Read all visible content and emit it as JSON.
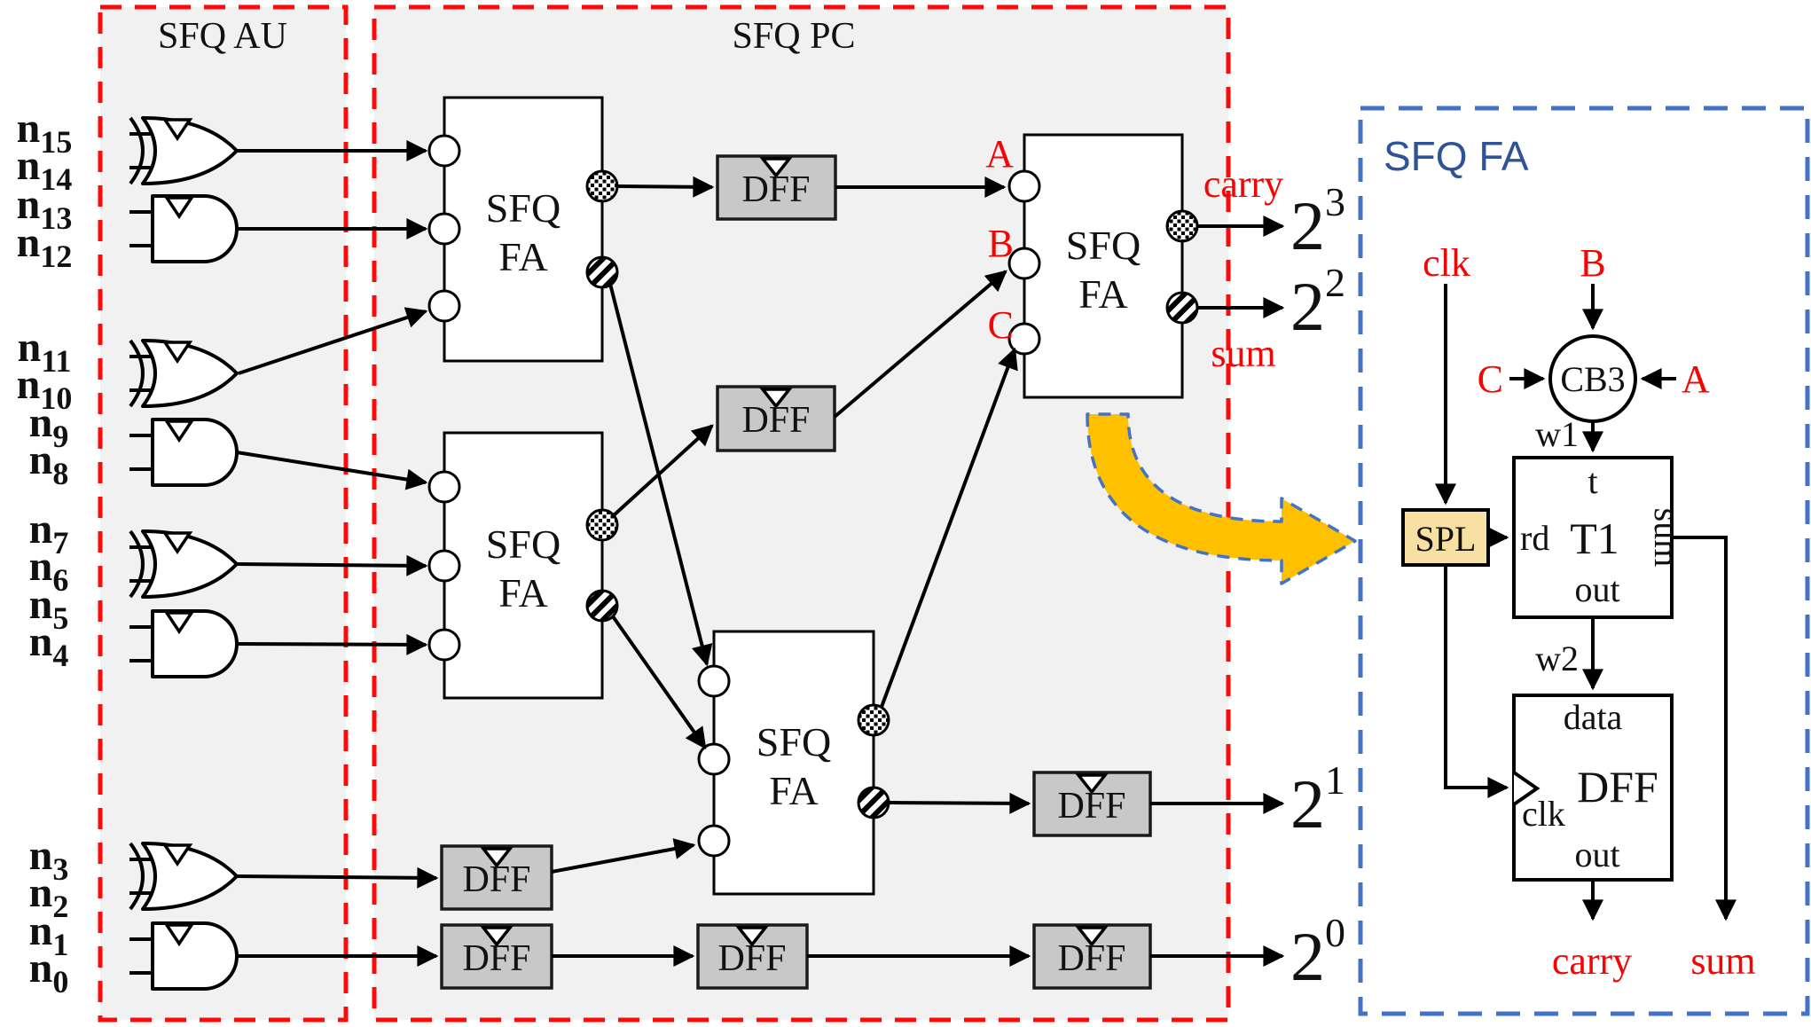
{
  "au": {
    "title": "SFQ AU",
    "inputs": [
      {
        "b": "n",
        "s": "15"
      },
      {
        "b": "n",
        "s": "14"
      },
      {
        "b": "n",
        "s": "13"
      },
      {
        "b": "n",
        "s": "12"
      },
      {
        "b": "n",
        "s": "11"
      },
      {
        "b": "n",
        "s": "10"
      },
      {
        "b": "n",
        "s": "9"
      },
      {
        "b": "n",
        "s": "8"
      },
      {
        "b": "n",
        "s": "7"
      },
      {
        "b": "n",
        "s": "6"
      },
      {
        "b": "n",
        "s": "5"
      },
      {
        "b": "n",
        "s": "4"
      },
      {
        "b": "n",
        "s": "3"
      },
      {
        "b": "n",
        "s": "2"
      },
      {
        "b": "n",
        "s": "1"
      },
      {
        "b": "n",
        "s": "0"
      }
    ],
    "gate_types": [
      "XOR",
      "AND",
      "XOR",
      "AND",
      "XOR",
      "AND",
      "XOR",
      "AND"
    ]
  },
  "pc": {
    "title": "SFQ PC",
    "fa": {
      "line1": "SFQ",
      "line2": "FA"
    },
    "dff_label": "DFF",
    "port_labels": {
      "a": "A",
      "b": "B",
      "c": "C",
      "carry": "carry",
      "sum": "sum"
    },
    "outputs": [
      {
        "b": "2",
        "e": "3"
      },
      {
        "b": "2",
        "e": "2"
      },
      {
        "b": "2",
        "e": "1"
      },
      {
        "b": "2",
        "e": "0"
      }
    ]
  },
  "fa_detail": {
    "title": "SFQ FA",
    "clk": "clk",
    "b": "B",
    "c": "C",
    "a": "A",
    "cb3": "CB3",
    "w1": "w1",
    "w2": "w2",
    "spl": "SPL",
    "t1": {
      "t": "t",
      "rd": "rd",
      "name": "T1",
      "sum": "sum",
      "out": "out"
    },
    "dff": {
      "data": "data",
      "clk": "clk",
      "name": "DFF",
      "out": "out"
    },
    "carry": "carry",
    "sum": "sum"
  },
  "colors": {
    "label_red": "#f40505",
    "border_red": "#ff0a0a",
    "border_blue": "#4472c4",
    "title_blue": "#2f5496",
    "arrow_orange": "#ffc000",
    "panel_gray": "#f1f1f1",
    "dff_gray": "#c8c8c8",
    "spl_tan": "#f8e0a2"
  }
}
